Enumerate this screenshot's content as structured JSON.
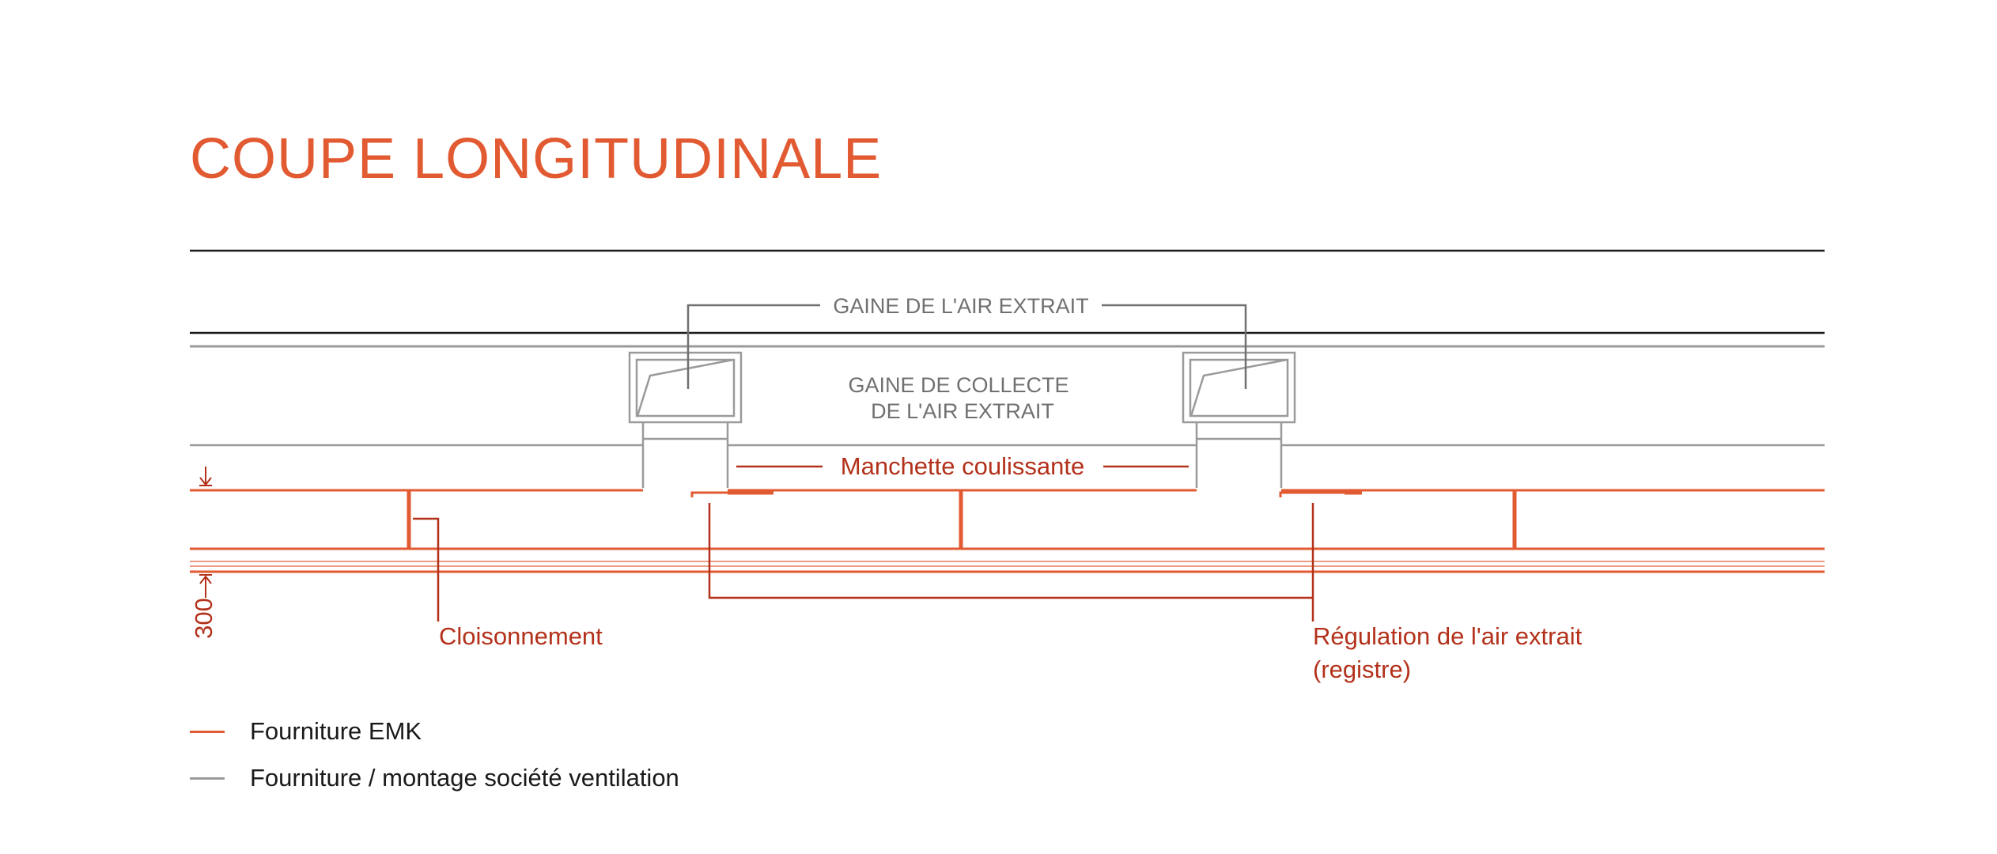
{
  "title": "COUPE LONGITUDINALE",
  "colors": {
    "emk": "#e25a32",
    "emk_dark": "#b3311a",
    "ventilation": "#9a9a9a",
    "ventilation_text": "#707070",
    "structure": "#1a1a1a"
  },
  "labels": {
    "exhaust_duct": "GAINE DE L'AIR EXTRAIT",
    "collector_line1": "GAINE DE COLLECTE",
    "collector_line2": "DE L'AIR EXTRAIT",
    "sliding_sleeve": "Manchette coulissante",
    "partition": "Cloisonnement",
    "regulation_line1": "Régulation de l'air extrait",
    "regulation_line2": "(registre)",
    "dimension": "300"
  },
  "legend": [
    {
      "color_key": "emk",
      "label": "Fourniture EMK"
    },
    {
      "color_key": "ventilation",
      "label": "Fourniture / montage société ventilation"
    }
  ]
}
